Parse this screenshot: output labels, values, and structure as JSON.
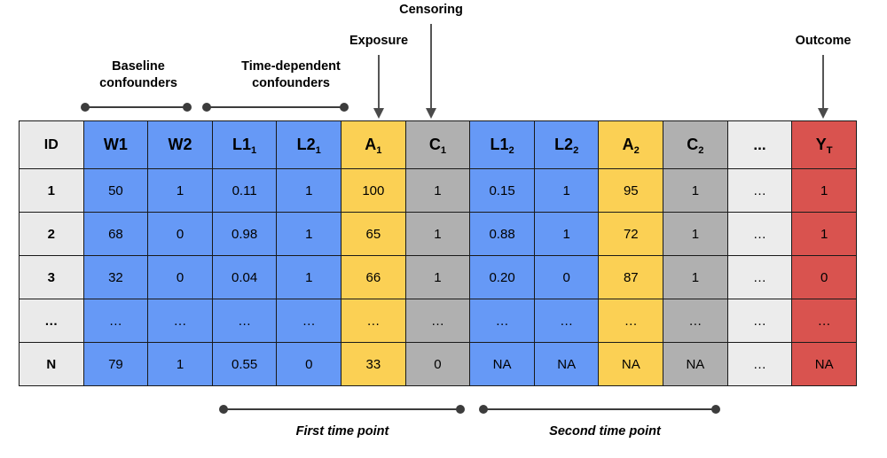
{
  "annotations": {
    "baseline_confounders": "Baseline\nconfounders",
    "time_dependent_confounders": "Time-dependent\nconfounders",
    "exposure": "Exposure",
    "censoring": "Censoring",
    "outcome": "Outcome",
    "first_time_point": "First time point",
    "second_time_point": "Second time point"
  },
  "colors": {
    "blue": "#6699f6",
    "yellow": "#fbd054",
    "gray": "#b0b0b0",
    "red": "#d9534f",
    "light_gray": "#eaeaea",
    "dots_gray": "#ececec",
    "border": "#1a1a1a",
    "connector": "#3c3c3c",
    "arrow": "#4a4a4a"
  },
  "table": {
    "columns": [
      {
        "base": "ID",
        "sub": "",
        "type": "id"
      },
      {
        "base": "W1",
        "sub": "",
        "type": "blue"
      },
      {
        "base": "W2",
        "sub": "",
        "type": "blue"
      },
      {
        "base": "L1",
        "sub": "1",
        "type": "blue"
      },
      {
        "base": "L2",
        "sub": "1",
        "type": "blue"
      },
      {
        "base": "A",
        "sub": "1",
        "type": "yellow"
      },
      {
        "base": "C",
        "sub": "1",
        "type": "gray"
      },
      {
        "base": "L1",
        "sub": "2",
        "type": "blue"
      },
      {
        "base": "L2",
        "sub": "2",
        "type": "blue"
      },
      {
        "base": "A",
        "sub": "2",
        "type": "yellow"
      },
      {
        "base": "C",
        "sub": "2",
        "type": "gray"
      },
      {
        "base": "...",
        "sub": "",
        "type": "dots"
      },
      {
        "base": "Y",
        "sub": "T",
        "type": "red"
      }
    ],
    "rows": [
      [
        "1",
        "50",
        "1",
        "0.11",
        "1",
        "100",
        "1",
        "0.15",
        "1",
        "95",
        "1",
        "…",
        "1"
      ],
      [
        "2",
        "68",
        "0",
        "0.98",
        "1",
        "65",
        "1",
        "0.88",
        "1",
        "72",
        "1",
        "…",
        "1"
      ],
      [
        "3",
        "32",
        "0",
        "0.04",
        "1",
        "66",
        "1",
        "0.20",
        "0",
        "87",
        "1",
        "…",
        "0"
      ],
      [
        "…",
        "…",
        "…",
        "…",
        "…",
        "…",
        "…",
        "…",
        "…",
        "…",
        "…",
        "…",
        "…"
      ],
      [
        "N",
        "79",
        "1",
        "0.55",
        "0",
        "33",
        "0",
        "NA",
        "NA",
        "NA",
        "NA",
        "…",
        "NA"
      ]
    ]
  }
}
